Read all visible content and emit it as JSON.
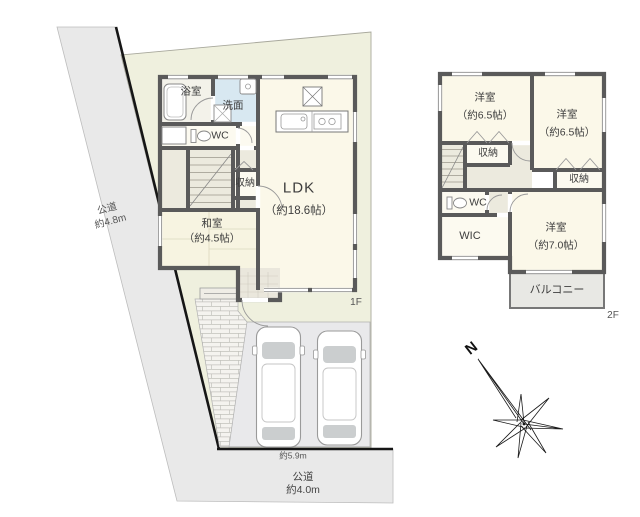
{
  "site": {
    "road_left": {
      "name": "公道",
      "width": "約4.8m"
    },
    "road_bottom": {
      "name": "公道",
      "width": "約4.0m"
    },
    "frontage_dim": "約5.9m"
  },
  "floor1": {
    "floor_label": "1F",
    "bath": "浴室",
    "washroom": "洗面",
    "wc": "WC",
    "storage": "収納",
    "ldk_name": "LDK",
    "ldk_size": "（約18.6帖）",
    "japanese_room": "和室",
    "japanese_room_size": "（約4.5帖）"
  },
  "floor2": {
    "floor_label": "2F",
    "bedroom1": "洋室",
    "bedroom1_size": "（約6.5帖）",
    "bedroom2": "洋室",
    "bedroom2_size": "（約6.5帖）",
    "bedroom3": "洋室",
    "bedroom3_size": "（約7.0帖）",
    "storage1": "収納",
    "storage2": "収納",
    "wc": "WC",
    "wic": "WIC",
    "balcony": "バルコニー"
  },
  "compass": {
    "north_label": "N"
  },
  "colors": {
    "lot": "#eff0de",
    "road": "#e9e9e9",
    "room_floor": "#fbf8e9",
    "hall_floor": "#eceade",
    "washroom_floor": "#d8e8f1",
    "wall": "#5a5a5a",
    "boundary": "#161616"
  }
}
